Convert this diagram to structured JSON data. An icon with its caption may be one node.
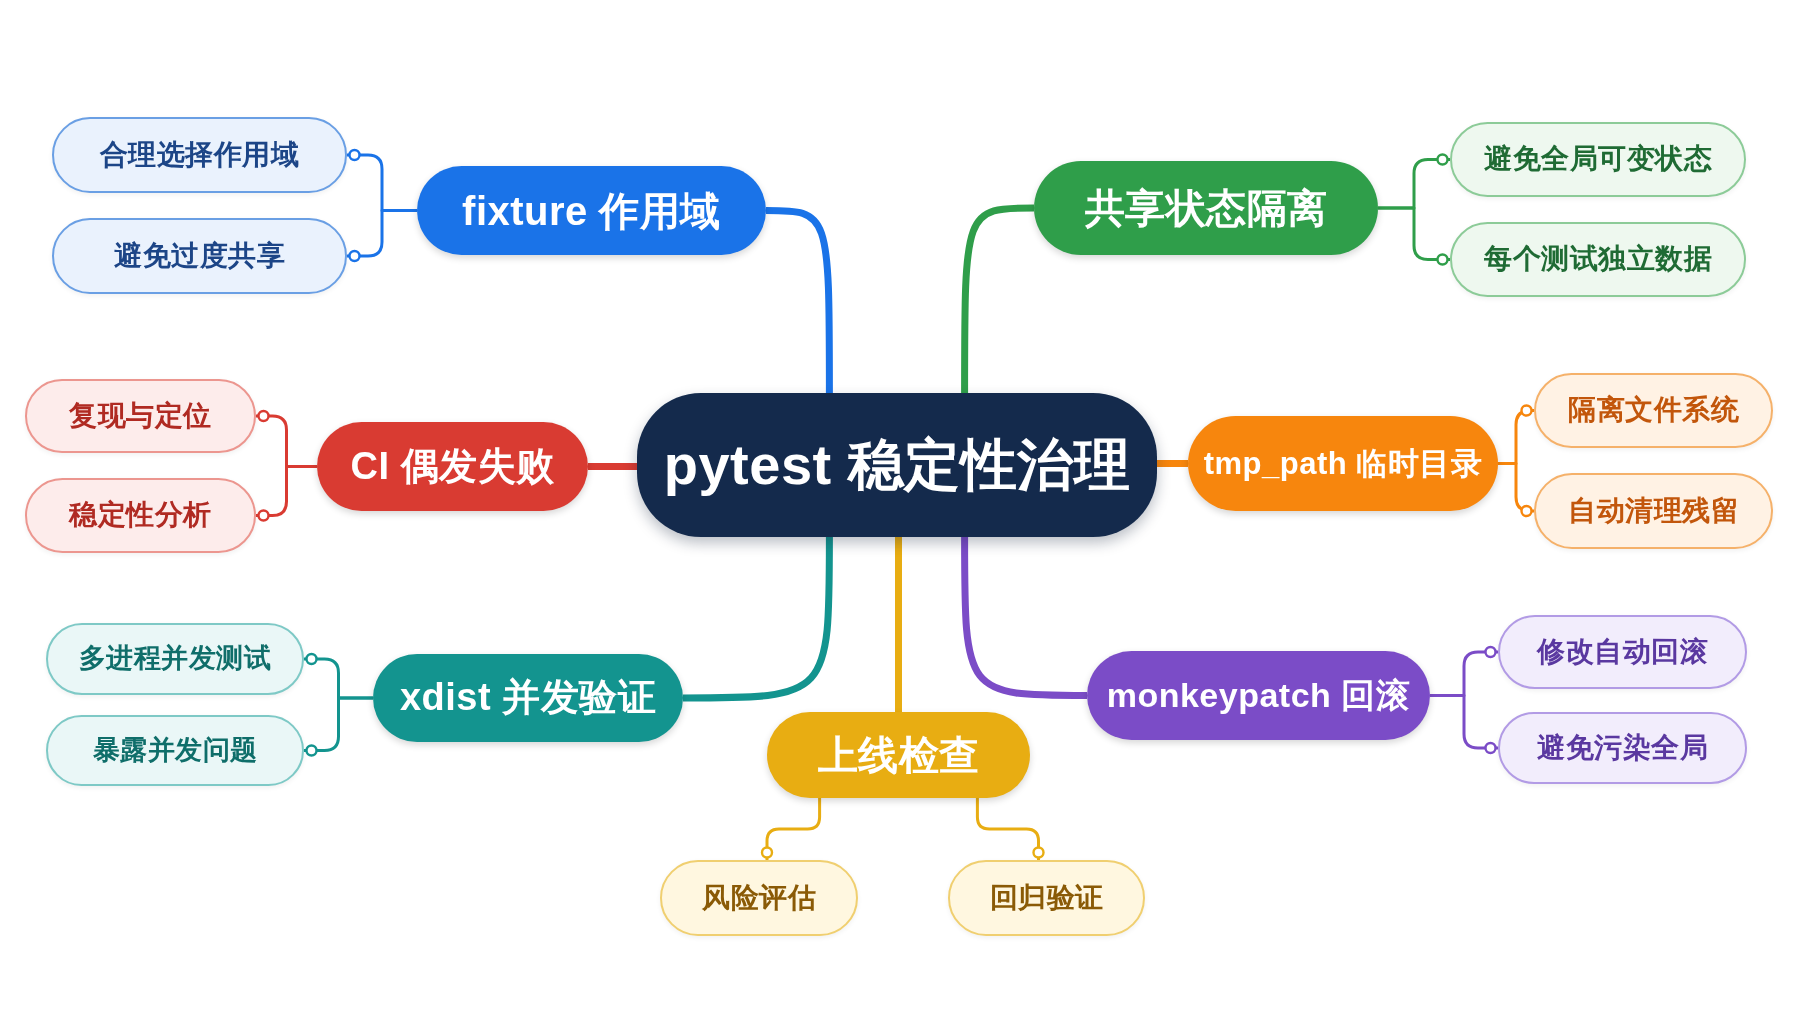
{
  "diagram": {
    "nodes": [
      {
        "text": [
          "pytest 稳定性治理"
        ]
      },
      {
        "text": [
          "fixture 作用域"
        ]
      },
      {
        "text": [
          "合理选择作用域"
        ]
      },
      {
        "text": [
          "避免过度共享"
        ]
      },
      {
        "text": [
          "共享状态隔离"
        ]
      },
      {
        "text": [
          "避免全局可变状态"
        ]
      },
      {
        "text": [
          "每个测试独立数据"
        ]
      },
      {
        "text": [
          "CI 偶发失败"
        ]
      },
      {
        "text": [
          "复现与定位"
        ]
      },
      {
        "text": [
          "稳定性分析"
        ]
      },
      {
        "text": [
          "tmp_path 临时目录"
        ]
      },
      {
        "text": [
          "隔离文件系统"
        ]
      },
      {
        "text": [
          "自动清理残留"
        ]
      },
      {
        "text": [
          "xdist 并发验证"
        ]
      },
      {
        "text": [
          "多进程并发测试"
        ]
      },
      {
        "text": [
          "暴露并发问题"
        ]
      },
      {
        "text": [
          "上线检查"
        ]
      },
      {
        "text": [
          "风险评估"
        ]
      },
      {
        "text": [
          "回归验证"
        ]
      },
      {
        "text": [
          "monkeypatch 回滚"
        ]
      },
      {
        "text": [
          "修改自动回滚"
        ]
      },
      {
        "text": [
          "避免污染全局"
        ]
      }
    ],
    "edges": [
      {
        "from": 0,
        "to": 1,
        "arrow": "none",
        "style": "thick",
        "color": "#1a73e8"
      },
      {
        "from": 1,
        "to": 2,
        "arrow": "other",
        "color": "#1a73e8"
      },
      {
        "from": 1,
        "to": 3,
        "arrow": "other",
        "color": "#1a73e8"
      },
      {
        "from": 0,
        "to": 4,
        "arrow": "none",
        "style": "thick",
        "color": "#2f9e4a"
      },
      {
        "from": 4,
        "to": 5,
        "arrow": "other",
        "color": "#2f9e4a"
      },
      {
        "from": 4,
        "to": 6,
        "arrow": "other",
        "color": "#2f9e4a"
      },
      {
        "from": 0,
        "to": 7,
        "arrow": "none",
        "style": "thick",
        "color": "#d93b32"
      },
      {
        "from": 7,
        "to": 8,
        "arrow": "other",
        "color": "#d93b32"
      },
      {
        "from": 7,
        "to": 9,
        "arrow": "other",
        "color": "#d93b32"
      },
      {
        "from": 0,
        "to": 10,
        "arrow": "none",
        "style": "thick",
        "color": "#f7860d"
      },
      {
        "from": 10,
        "to": 11,
        "arrow": "other",
        "color": "#f7860d"
      },
      {
        "from": 10,
        "to": 12,
        "arrow": "other",
        "color": "#f7860d"
      },
      {
        "from": 0,
        "to": 13,
        "arrow": "none",
        "style": "thick",
        "color": "#13948f"
      },
      {
        "from": 13,
        "to": 14,
        "arrow": "other",
        "color": "#13948f"
      },
      {
        "from": 13,
        "to": 15,
        "arrow": "other",
        "color": "#13948f"
      },
      {
        "from": 0,
        "to": 16,
        "arrow": "none",
        "style": "thick",
        "color": "#e8ad12"
      },
      {
        "from": 16,
        "to": 17,
        "arrow": "other",
        "color": "#e8ad12"
      },
      {
        "from": 16,
        "to": 18,
        "arrow": "other",
        "color": "#e8ad12"
      },
      {
        "from": 0,
        "to": 19,
        "arrow": "none",
        "style": "thick",
        "color": "#7b4cc7"
      },
      {
        "from": 19,
        "to": 20,
        "arrow": "other",
        "color": "#7b4cc7"
      },
      {
        "from": 19,
        "to": 21,
        "arrow": "other",
        "color": "#7b4cc7"
      }
    ]
  }
}
